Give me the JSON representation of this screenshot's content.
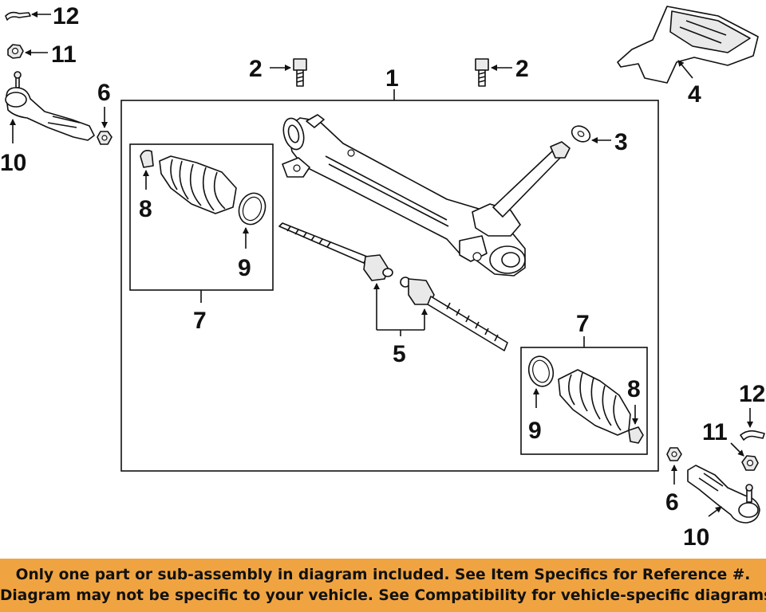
{
  "callouts": {
    "c1": "1",
    "c2a": "2",
    "c2b": "2",
    "c3": "3",
    "c4": "4",
    "c5": "5",
    "c6a": "6",
    "c6b": "6",
    "c7a": "7",
    "c7b": "7",
    "c8a": "8",
    "c8b": "8",
    "c9a": "9",
    "c9b": "9",
    "c10a": "10",
    "c10b": "10",
    "c11a": "11",
    "c11b": "11",
    "c12a": "12",
    "c12b": "12"
  },
  "banner": {
    "line1": "Only one part or sub-assembly in diagram included. See Item Specifics for Reference #.",
    "line2": "Diagram may not be specific to your vehicle. See Compatibility for vehicle-specific diagrams.",
    "color": "#f0a441"
  }
}
